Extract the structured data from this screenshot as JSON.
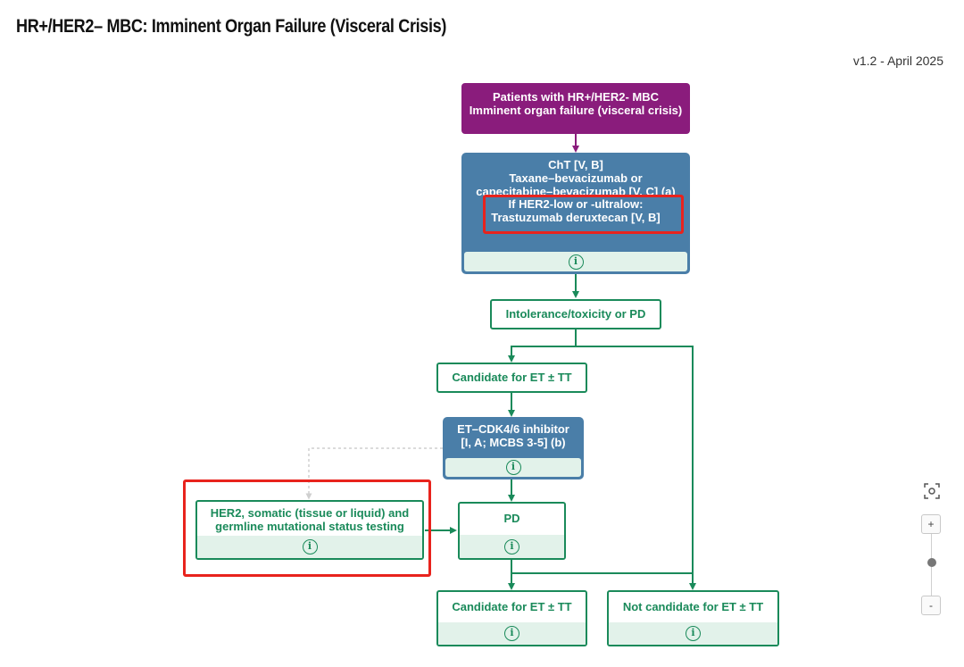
{
  "page": {
    "title": "HR+/HER2– MBC: Imminent Organ Failure (Visceral Crisis)",
    "version": "v1.2 - April 2025"
  },
  "flowchart": {
    "patients": {
      "line1": "Patients with HR+/HER2- MBC",
      "line2": "Imminent organ failure (visceral crisis)"
    },
    "cht": {
      "line1": "ChT [V, B]",
      "line2": "Taxane–bevacizumab or",
      "line3": "capecitabine–bevacizumab [V, C] (a)",
      "her2_low_line1": "If HER2-low or -ultralow:",
      "her2_low_line2": "Trastuzumab deruxtecan [V, B]"
    },
    "intolerance": "Intolerance/toxicity or PD",
    "candidate_top": "Candidate for ET ± TT",
    "cdk": {
      "line1": "ET–CDK4/6 inhibitor",
      "line2": "[I, A; MCBS 3-5] (b)"
    },
    "testing": {
      "line1": "HER2, somatic (tissue or liquid) and",
      "line2": "germline mutational status testing"
    },
    "pd": "PD",
    "candidate_bottom": "Candidate for ET ± TT",
    "not_candidate": "Not candidate for ET ± TT",
    "info_glyph": "i"
  },
  "zoom_controls": {
    "zoom_in": "+",
    "zoom_out": "-",
    "fit_icon": "fit-screen-icon"
  },
  "colors": {
    "purple": "#8a1c7c",
    "blue": "#4a7ea8",
    "green": "#1a8a5a",
    "highlight": "#e8231d"
  }
}
